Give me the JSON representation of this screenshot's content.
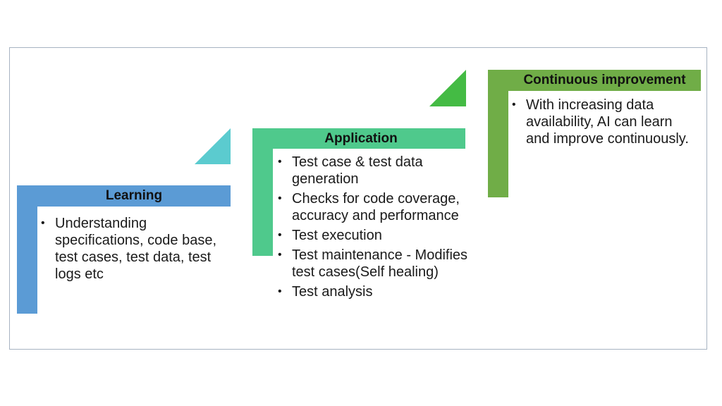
{
  "stages": [
    {
      "id": "learning",
      "title": "Learning",
      "color": "#5b9bd5",
      "items": [
        "Understanding specifications, code base, test cases, test data, test logs etc"
      ]
    },
    {
      "id": "application",
      "title": "Application",
      "color": "#4fc98c",
      "items": [
        "Test case & test data generation",
        "Checks for code coverage, accuracy and performance",
        "Test execution",
        "Test maintenance - Modifies test cases(Self healing)",
        "Test analysis"
      ]
    },
    {
      "id": "continuous",
      "title": "Continuous improvement",
      "color": "#70ad47",
      "items": [
        "With increasing data availability, AI can learn and improve continuously."
      ]
    }
  ],
  "triangles": [
    {
      "color": "#5bcbcf"
    },
    {
      "color": "#44bb44"
    }
  ]
}
